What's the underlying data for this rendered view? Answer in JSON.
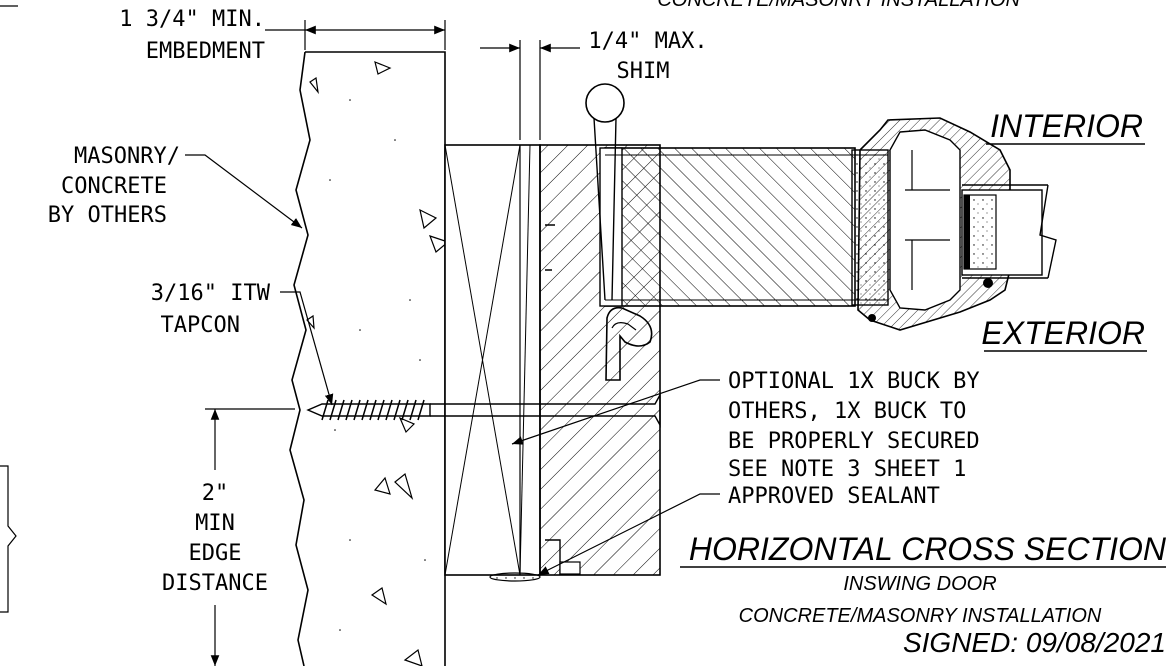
{
  "labels": {
    "embed_1": "1 3/4\" MIN.",
    "embed_2": "EMBEDMENT",
    "shim_1": "1/4\" MAX.",
    "shim_2": "SHIM",
    "masonry_1": "MASONRY/",
    "masonry_2": "CONCRETE",
    "masonry_3": "BY OTHERS",
    "tapcon_1": "3/16\" ITW",
    "tapcon_2": "TAPCON",
    "edge_1": "2\"",
    "edge_2": "MIN",
    "edge_3": "EDGE",
    "edge_4": "DISTANCE",
    "buck_1": "OPTIONAL 1X BUCK BY",
    "buck_2": "OTHERS, 1X BUCK TO",
    "buck_3": "BE PROPERLY SECURED",
    "buck_4": "SEE NOTE 3 SHEET 1",
    "sealant": "APPROVED SEALANT",
    "interior": "INTERIOR",
    "exterior": "EXTERIOR",
    "top_partial": "CONCRETE/MASONRY INSTALLATION"
  },
  "title_block": {
    "title": "HORIZONTAL CROSS SECTION",
    "subtitle": "INSWING DOOR",
    "install": "CONCRETE/MASONRY INSTALLATION",
    "signed": "SIGNED: 09/08/2021"
  }
}
